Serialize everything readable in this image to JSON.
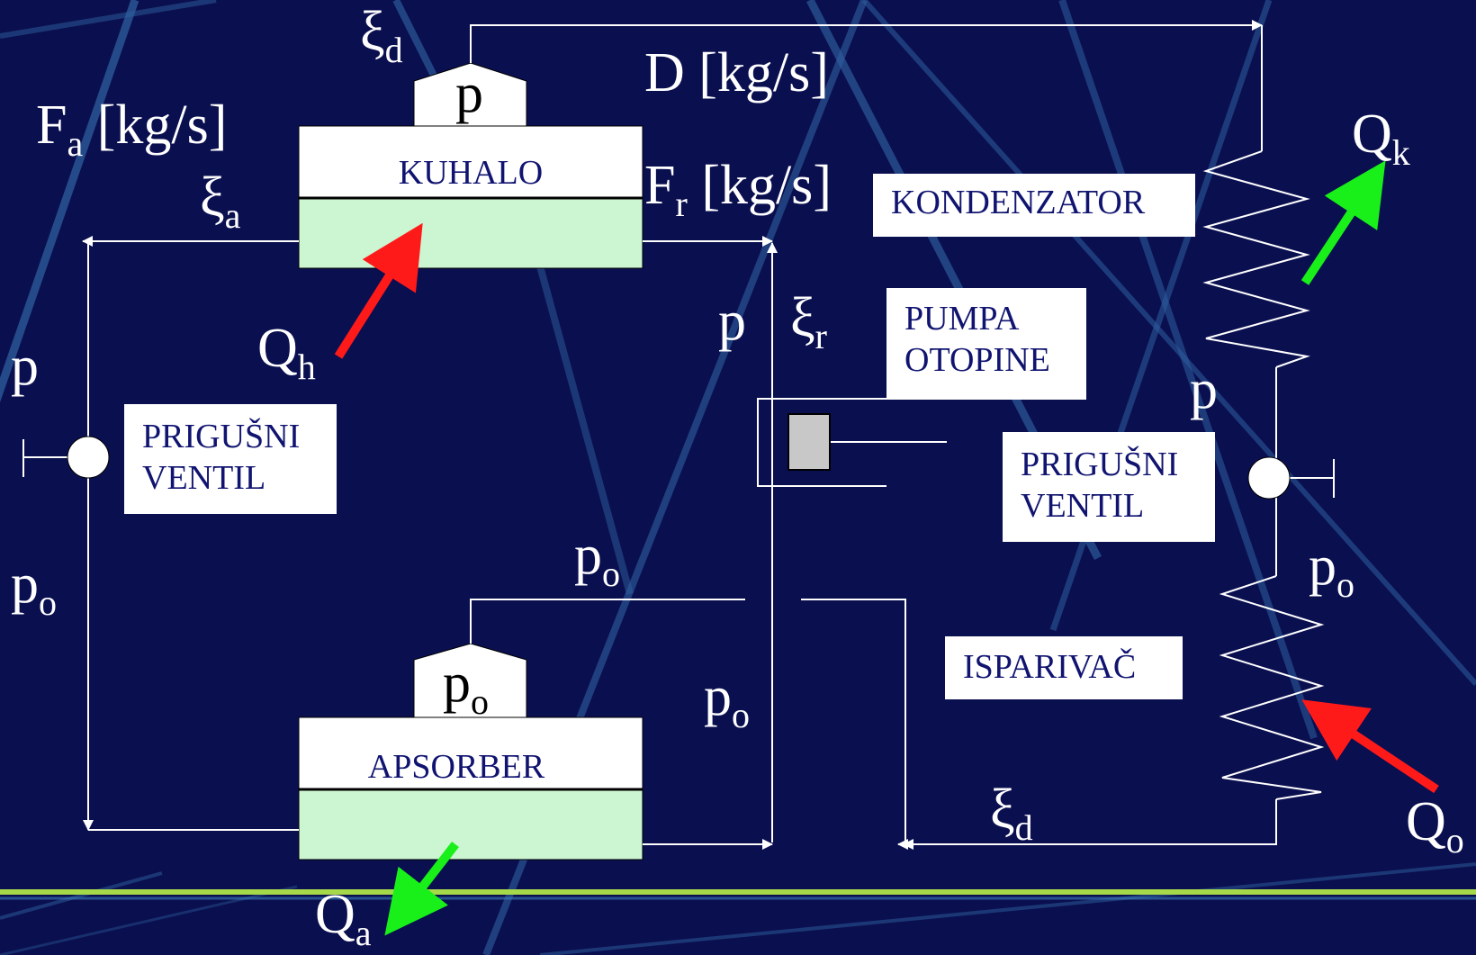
{
  "components": {
    "generator": "KUHALO",
    "absorber": "APSORBER",
    "condenser": "KONDENZATOR",
    "evaporator": "ISPARIVAČ",
    "pump": [
      "PUMPA",
      "OTOPINE"
    ],
    "valve_left": [
      "PRIGUŠNI",
      "VENTIL"
    ],
    "valve_right": [
      "PRIGUŠNI",
      "VENTIL"
    ]
  },
  "vessel_labels": {
    "generator_dome": "p",
    "absorber_dome": "p",
    "absorber_dome_sub": "o"
  },
  "flows": {
    "fa": {
      "main": "F",
      "sub": "a",
      "tail": " [kg/s]"
    },
    "fr": {
      "main": "F",
      "sub": "r",
      "tail": " [kg/s]"
    },
    "d": "D [kg/s]"
  },
  "concentrations": {
    "xi_d_top": {
      "main": "ξ",
      "sub": "d"
    },
    "xi_a": {
      "main": "ξ",
      "sub": "a"
    },
    "xi_r": {
      "main": "ξ",
      "sub": "r"
    },
    "xi_d_bottom": {
      "main": "ξ",
      "sub": "d"
    }
  },
  "heat": {
    "qh": {
      "main": "Q",
      "sub": "h"
    },
    "qk": {
      "main": "Q",
      "sub": "k"
    },
    "qa": {
      "main": "Q",
      "sub": "a"
    },
    "qo": {
      "main": "Q",
      "sub": "o"
    }
  },
  "pressures": {
    "p_left": "p",
    "po_left": {
      "main": "p",
      "sub": "o"
    },
    "p_center": "p",
    "po_center_top": {
      "main": "p",
      "sub": "o"
    },
    "po_center_mid": {
      "main": "p",
      "sub": "o"
    },
    "p_right": "p",
    "po_right": {
      "main": "p",
      "sub": "o"
    }
  },
  "colors": {
    "background": "#0a0f4f",
    "line": "#ffffff",
    "liquid": "#ccf5d2",
    "hot_arrow": "#ff1a1a",
    "cold_arrow": "#19f019",
    "box_text": "#101470",
    "pump_piston": "#c8c8c8"
  }
}
